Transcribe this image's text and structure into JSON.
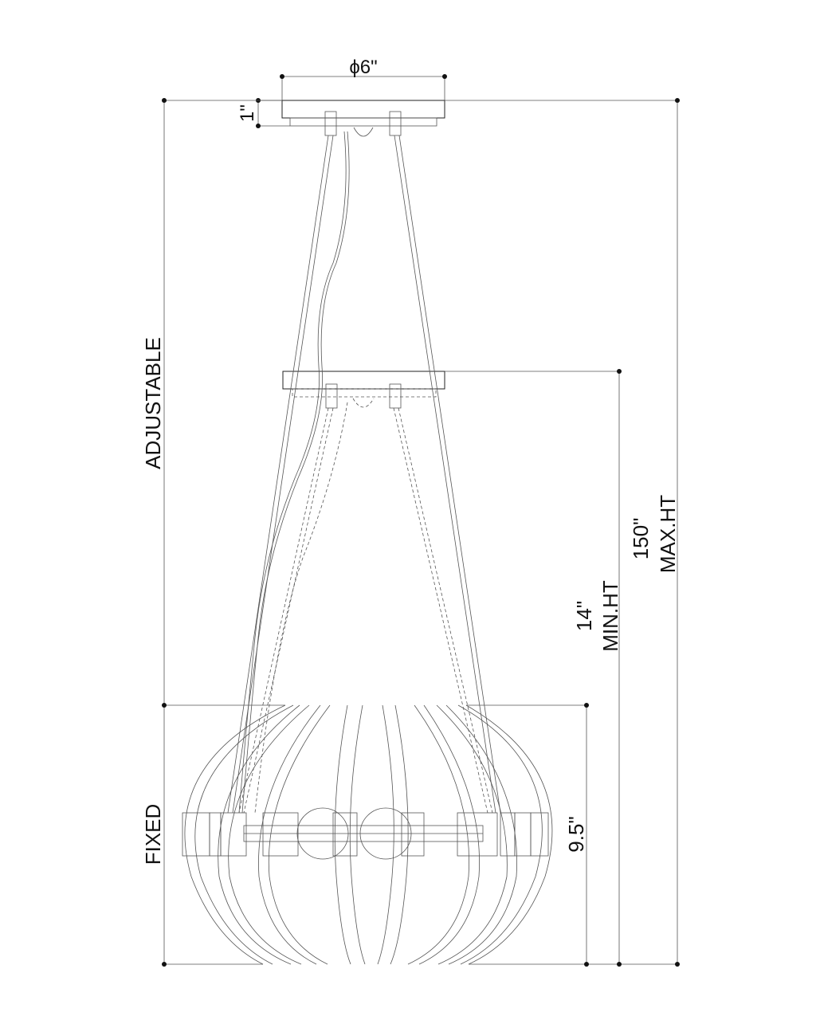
{
  "labels": {
    "diameter": "ϕ6\"",
    "canopy_height": "1\"",
    "adjustable": "ADJUSTABLE",
    "fixed": "FIXED",
    "fixture_height": "9.5\"",
    "min_value": "14\"",
    "min_caption": "MIN.HT",
    "max_value": "150\"",
    "max_caption": "MAX.HT"
  }
}
